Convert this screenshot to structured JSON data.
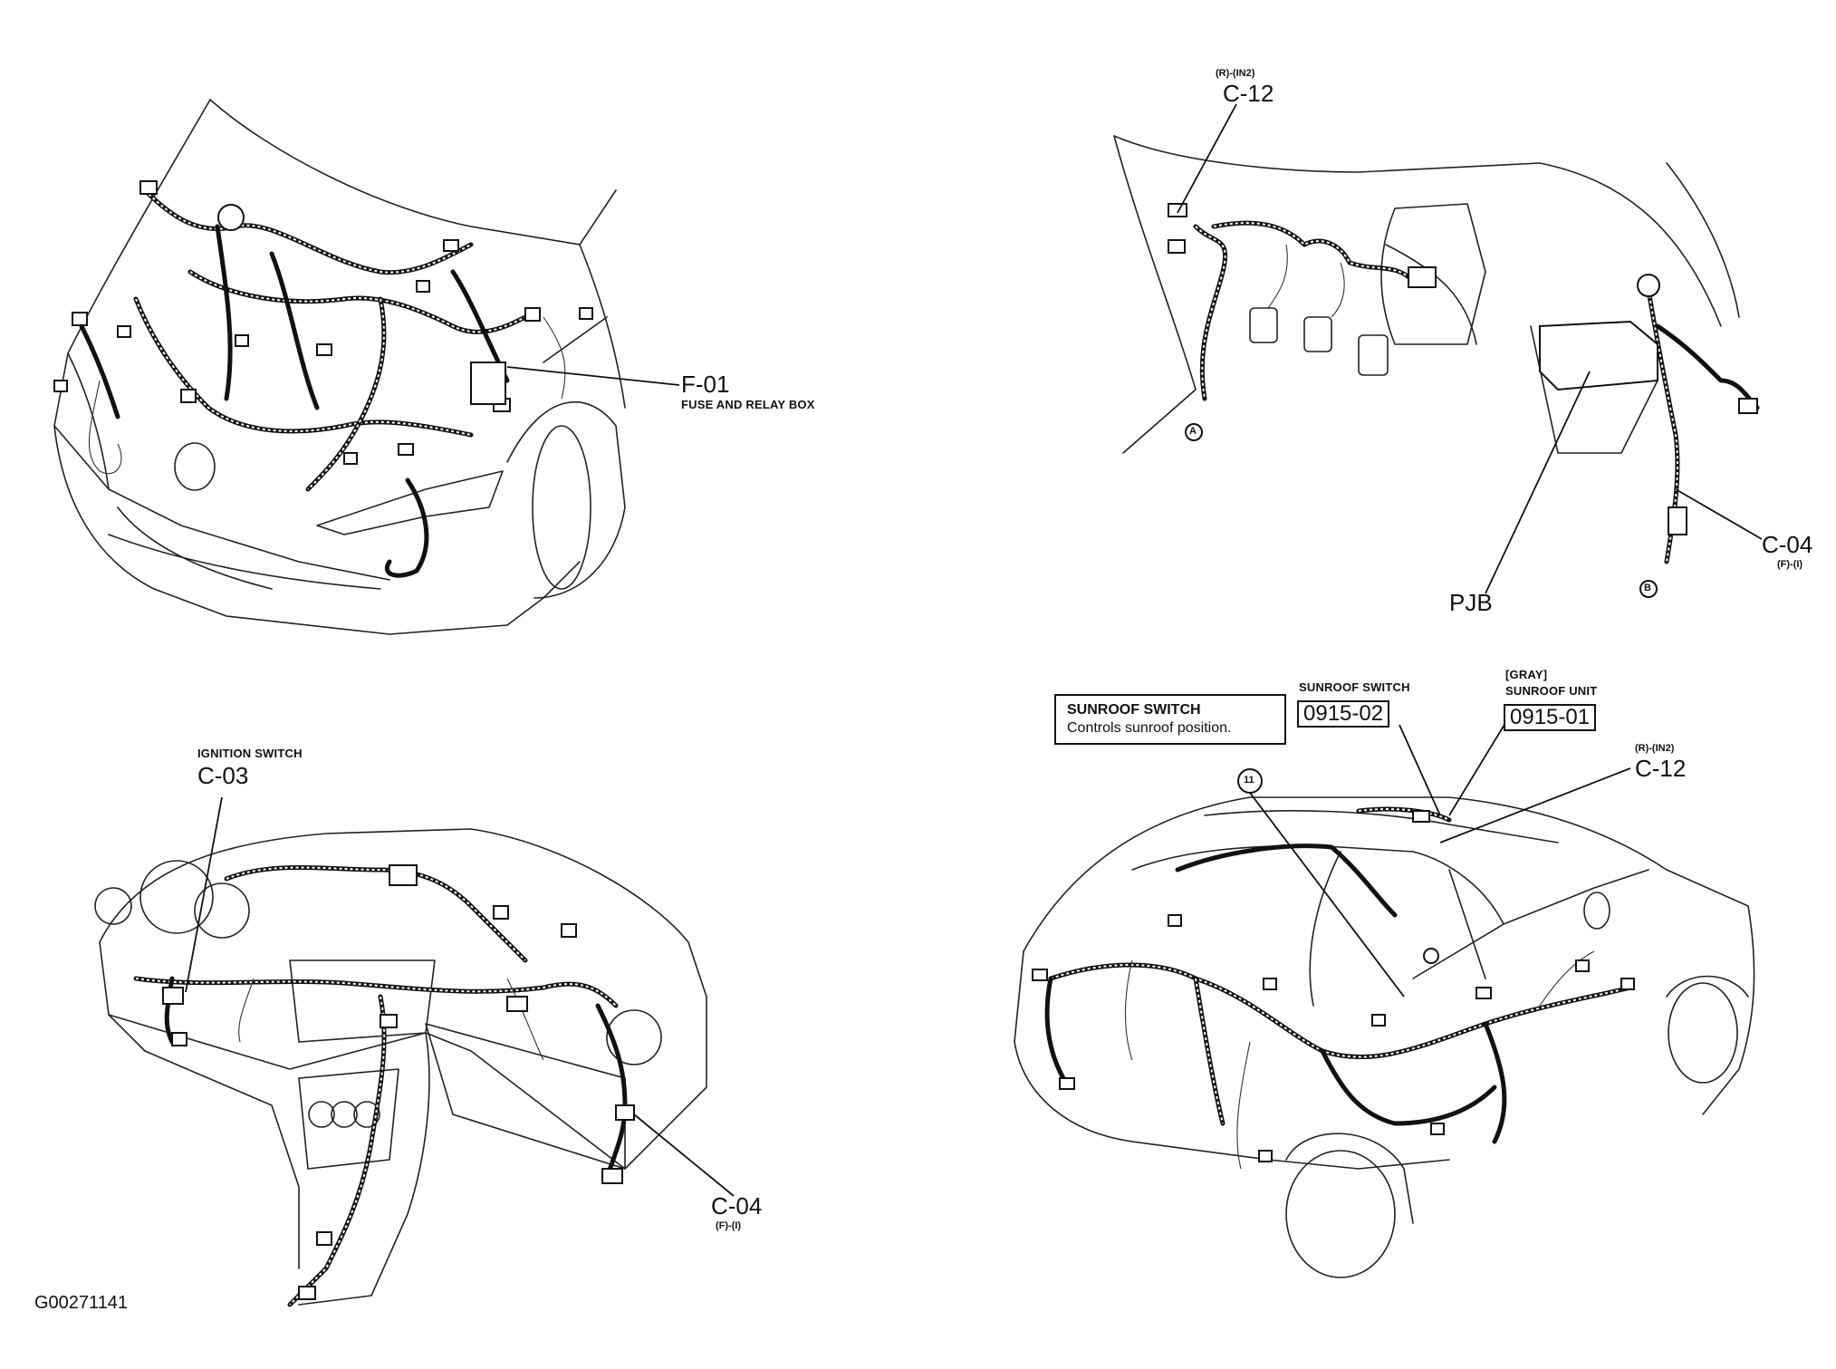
{
  "panels": {
    "engine_bay": {
      "connector_code": "F-01",
      "connector_name": "FUSE AND RELAY BOX"
    },
    "cowl_interior": {
      "connector_top_pin": "(R)-(IN2)",
      "connector_top_code": "C-12",
      "connector_right_code": "C-04",
      "connector_right_pin": "(F)-(I)",
      "junction_label": "PJB",
      "marker_a": "A",
      "marker_b": "B"
    },
    "dashboard": {
      "ignition_name": "IGNITION SWITCH",
      "ignition_code": "C-03",
      "connector_code": "C-04",
      "connector_pin": "(F)-(I)"
    },
    "body": {
      "info_title": "SUNROOF SWITCH",
      "info_text": "Controls sunroof position.",
      "switch_name": "SUNROOF SWITCH",
      "switch_id": "0915-02",
      "unit_color": "[GRAY]",
      "unit_name": "SUNROOF UNIT",
      "unit_id": "0915-01",
      "connector_pin": "(R)-(IN2)",
      "connector_code": "C-12",
      "callout_number": "11"
    }
  },
  "figure_id": "G00271141"
}
